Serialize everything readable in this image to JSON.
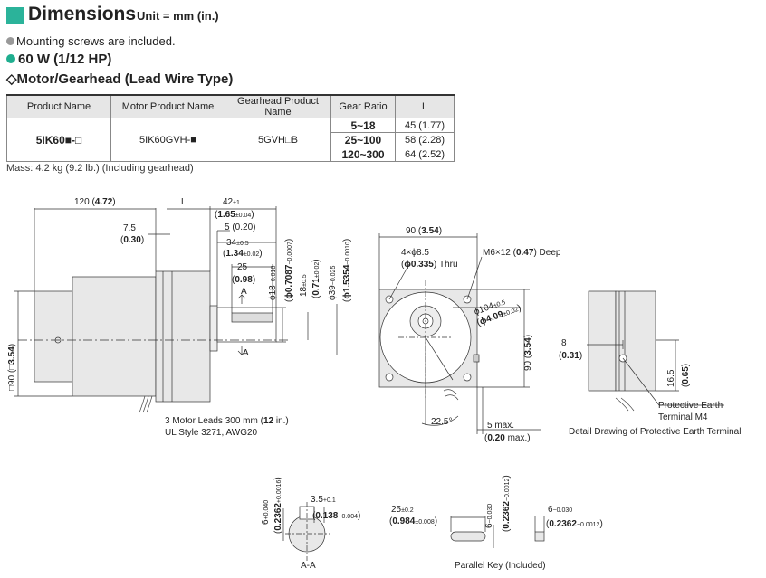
{
  "header": {
    "title": "Dimensions",
    "unit": "Unit = mm (in.)"
  },
  "notes": {
    "screws": "Mounting screws are included.",
    "power": "60 W (1/12 HP)",
    "type": "◇Motor/Gearhead (Lead Wire Type)"
  },
  "table": {
    "headers": [
      "Product Name",
      "Motor Product Name",
      "Gearhead Product Name",
      "Gear Ratio",
      "L"
    ],
    "product_name": "5IK60■-□",
    "motor_product_name": "5IK60GVH-■",
    "gearhead_product_name": "5GVH□B",
    "rows": [
      {
        "ratio": "5~18",
        "L": "45 (1.77)"
      },
      {
        "ratio": "25~100",
        "L": "58 (2.28)"
      },
      {
        "ratio": "120~300",
        "L": "64 (2.52)"
      }
    ]
  },
  "mass": "Mass: 4.2 kg (9.2 lb.) (Including gearhead)",
  "side_view": {
    "dim_120": "120 (",
    "dim_120_in": "4.72",
    "dim_L": "L",
    "dim_42": "42",
    "dim_42_tol": "±1",
    "dim_42_in": "1.65",
    "dim_42_in_tol": "±0.04",
    "dim_75": "7.5",
    "dim_75_in": "0.30",
    "dim_5": "5 (0.20)",
    "dim_34": "34",
    "dim_34_tol": "±0.5",
    "dim_34_in": "1.34",
    "dim_34_in_tol": "±0.02",
    "dim_25": "25",
    "dim_25_in": "0.98",
    "section_A": "A",
    "shaft_18": "ϕ18",
    "shaft_18_tol": "−0.018",
    "shaft_18_in": "ϕ0.7087",
    "shaft_18_in_tol": "−0.0007",
    "d18": "18",
    "d18_tol": "±0.5",
    "d18_in": "0.71",
    "d18_in_tol": "±0.02",
    "d39": "ϕ39",
    "d39_tol": "−0.025",
    "d39_in": "ϕ1.5354",
    "d39_in_tol": "−0.0010",
    "square_90": "□90 (□",
    "square_90_in": "3.54",
    "leads_1": "3 Motor Leads 300 mm (",
    "leads_1_in": "12",
    "leads_1_end": " in.)",
    "leads_2": "UL Style 3271, AWG20"
  },
  "front_view": {
    "dim_90": "90 (",
    "dim_90_in": "3.54",
    "holes": "4×ϕ8.5",
    "holes_in": "ϕ0.335",
    "holes_thru": " Thru",
    "screw": "M6×12 (",
    "screw_in": "0.47",
    "screw_deep": ") Deep",
    "pcd": "ϕ104",
    "pcd_tol": "±0.5",
    "pcd_in": "ϕ4.09",
    "pcd_in_tol": "±0.02",
    "dim_90_v": "90 (",
    "dim_90_v_in": "3.54",
    "angle": "22.5°",
    "max5": "5 max.",
    "max5_in": "0.20",
    "max5_in_end": " max.)"
  },
  "detail_view": {
    "dim_8": "8",
    "dim_8_in": "0.31",
    "dim_165": "16.5",
    "dim_165_in": "0.65",
    "pe_label": "Protective Earth",
    "pe_terminal": "Terminal M4",
    "caption": "Detail Drawing of Protective Earth Terminal"
  },
  "section_aa": {
    "h6": "6",
    "h6_tol": "+0.040",
    "h6_in": "0.2362",
    "h6_in_tol": "+0.0016",
    "d35": "3.5",
    "d35_tol": "+0.1",
    "d35_in": "0.138",
    "d35_in_tol": "+0.004",
    "caption": "A-A"
  },
  "key": {
    "d25": "25",
    "d25_tol": "±0.2",
    "d25_in": "0.984",
    "d25_in_tol": "±0.008",
    "h6": "6",
    "h6_tol": "−0.030",
    "h6_in": "0.2362",
    "h6_in_tol": "−0.0012",
    "w6": "6",
    "w6_tol": "−0.030",
    "w6_in": "0.2362",
    "w6_in_tol": "−0.0012",
    "caption": "Parallel Key (Included)"
  },
  "colors": {
    "accent": "#2bb39a",
    "table_header": "#e6e6e6",
    "body_fill": "#e8e8e8"
  }
}
